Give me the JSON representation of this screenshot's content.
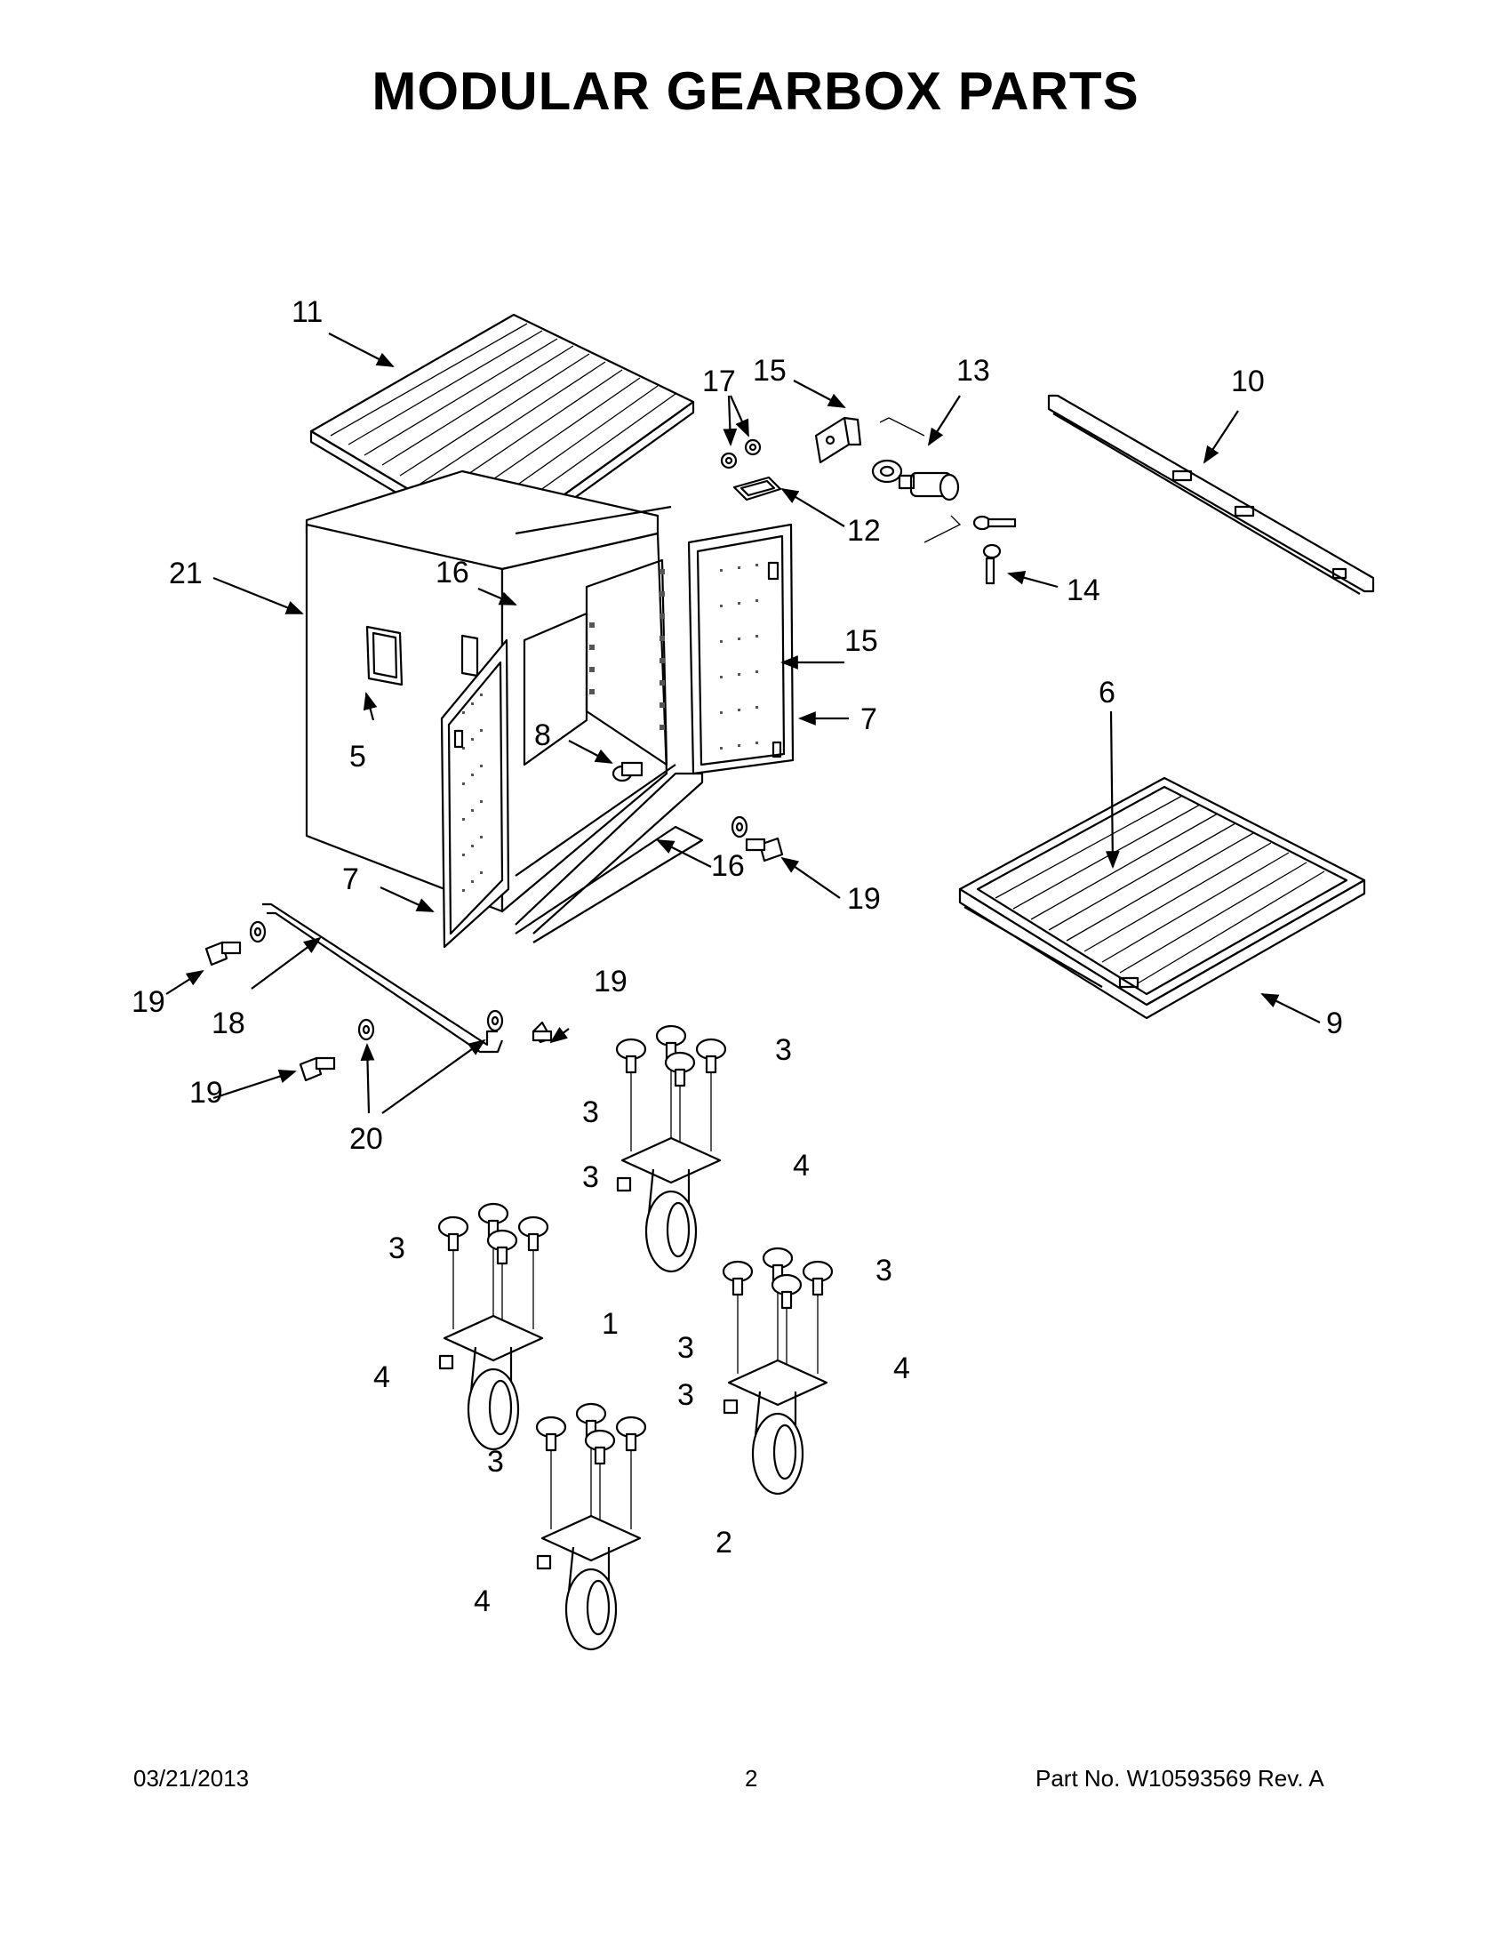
{
  "page": {
    "title": "MODULAR GEARBOX PARTS",
    "footer": {
      "date": "03/21/2013",
      "page_number": "2",
      "part_number": "Part No.  W10593569  Rev.  A"
    }
  },
  "callouts": [
    {
      "id": "c11",
      "label": "11"
    },
    {
      "id": "c17",
      "label": "17"
    },
    {
      "id": "c15a",
      "label": "15"
    },
    {
      "id": "c13",
      "label": "13"
    },
    {
      "id": "c10",
      "label": "10"
    },
    {
      "id": "c12",
      "label": "12"
    },
    {
      "id": "c14",
      "label": "14"
    },
    {
      "id": "c21",
      "label": "21"
    },
    {
      "id": "c16a",
      "label": "16"
    },
    {
      "id": "c15b",
      "label": "15"
    },
    {
      "id": "c7a",
      "label": "7"
    },
    {
      "id": "c6",
      "label": "6"
    },
    {
      "id": "c5",
      "label": "5"
    },
    {
      "id": "c8",
      "label": "8"
    },
    {
      "id": "c16b",
      "label": "16"
    },
    {
      "id": "c19a",
      "label": "19"
    },
    {
      "id": "c7b",
      "label": "7"
    },
    {
      "id": "c9",
      "label": "9"
    },
    {
      "id": "c19b",
      "label": "19"
    },
    {
      "id": "c18",
      "label": "18"
    },
    {
      "id": "c19c",
      "label": "19"
    },
    {
      "id": "c19d",
      "label": "19"
    },
    {
      "id": "c20",
      "label": "20"
    },
    {
      "id": "c3a",
      "label": "3"
    },
    {
      "id": "c3b",
      "label": "3"
    },
    {
      "id": "c4a",
      "label": "4"
    },
    {
      "id": "c3c",
      "label": "3"
    },
    {
      "id": "c3d",
      "label": "3"
    },
    {
      "id": "c1",
      "label": "1"
    },
    {
      "id": "c4b",
      "label": "4"
    },
    {
      "id": "c3e",
      "label": "3"
    },
    {
      "id": "c3f",
      "label": "3"
    },
    {
      "id": "c4c",
      "label": "4"
    },
    {
      "id": "c3g",
      "label": "3"
    },
    {
      "id": "c3h",
      "label": "3"
    },
    {
      "id": "c2",
      "label": "2"
    },
    {
      "id": "c4d",
      "label": "4"
    }
  ]
}
